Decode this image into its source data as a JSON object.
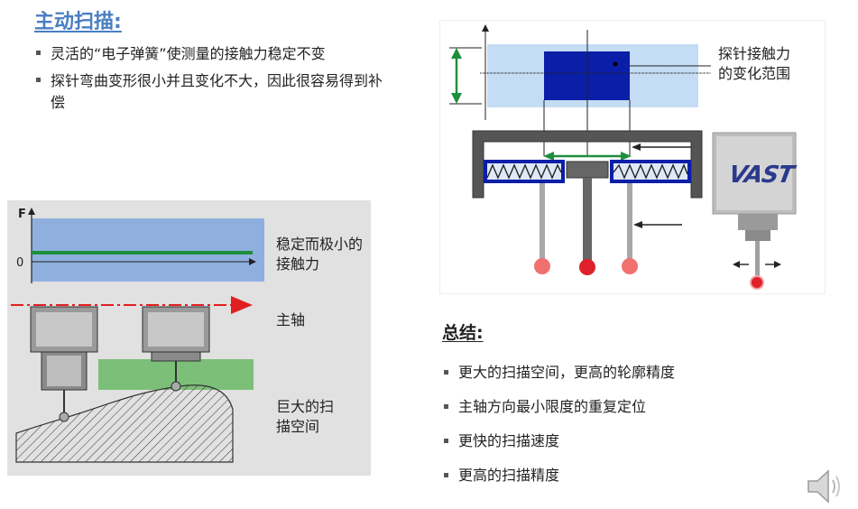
{
  "title": "主动扫描:",
  "left_bullets": [
    "灵活的“电子弹簧”使测量的接触力稳定不变",
    "探针弯曲变形很小并且变化不大，因此很容易得到补偿"
  ],
  "left_figure": {
    "axis_f": "F",
    "axis_zero": "0",
    "label_force": "稳定而极小的接触力",
    "label_spindle": "主轴",
    "label_space": "巨大的扫描空间"
  },
  "right_figure": {
    "label_range": "探针接触力的变化范围",
    "logo": "VAST"
  },
  "summary": {
    "title": "总结:",
    "items": [
      "更大的扫描空间，更高的轮廓精度",
      "主轴方向最小限度的重复定位",
      "更快的扫描速度",
      "更高的扫描精度"
    ]
  },
  "colors": {
    "title_blue": "#4a7ec2",
    "panel_gray": "#e1e1e1",
    "force_band": "#8fb0df",
    "green": "#1e8f3c",
    "arrow_red": "#e02020",
    "dark_blue": "#0a1ea8",
    "light_blue": "#c4dcf4"
  },
  "icons": {
    "speaker": "speaker-icon"
  }
}
